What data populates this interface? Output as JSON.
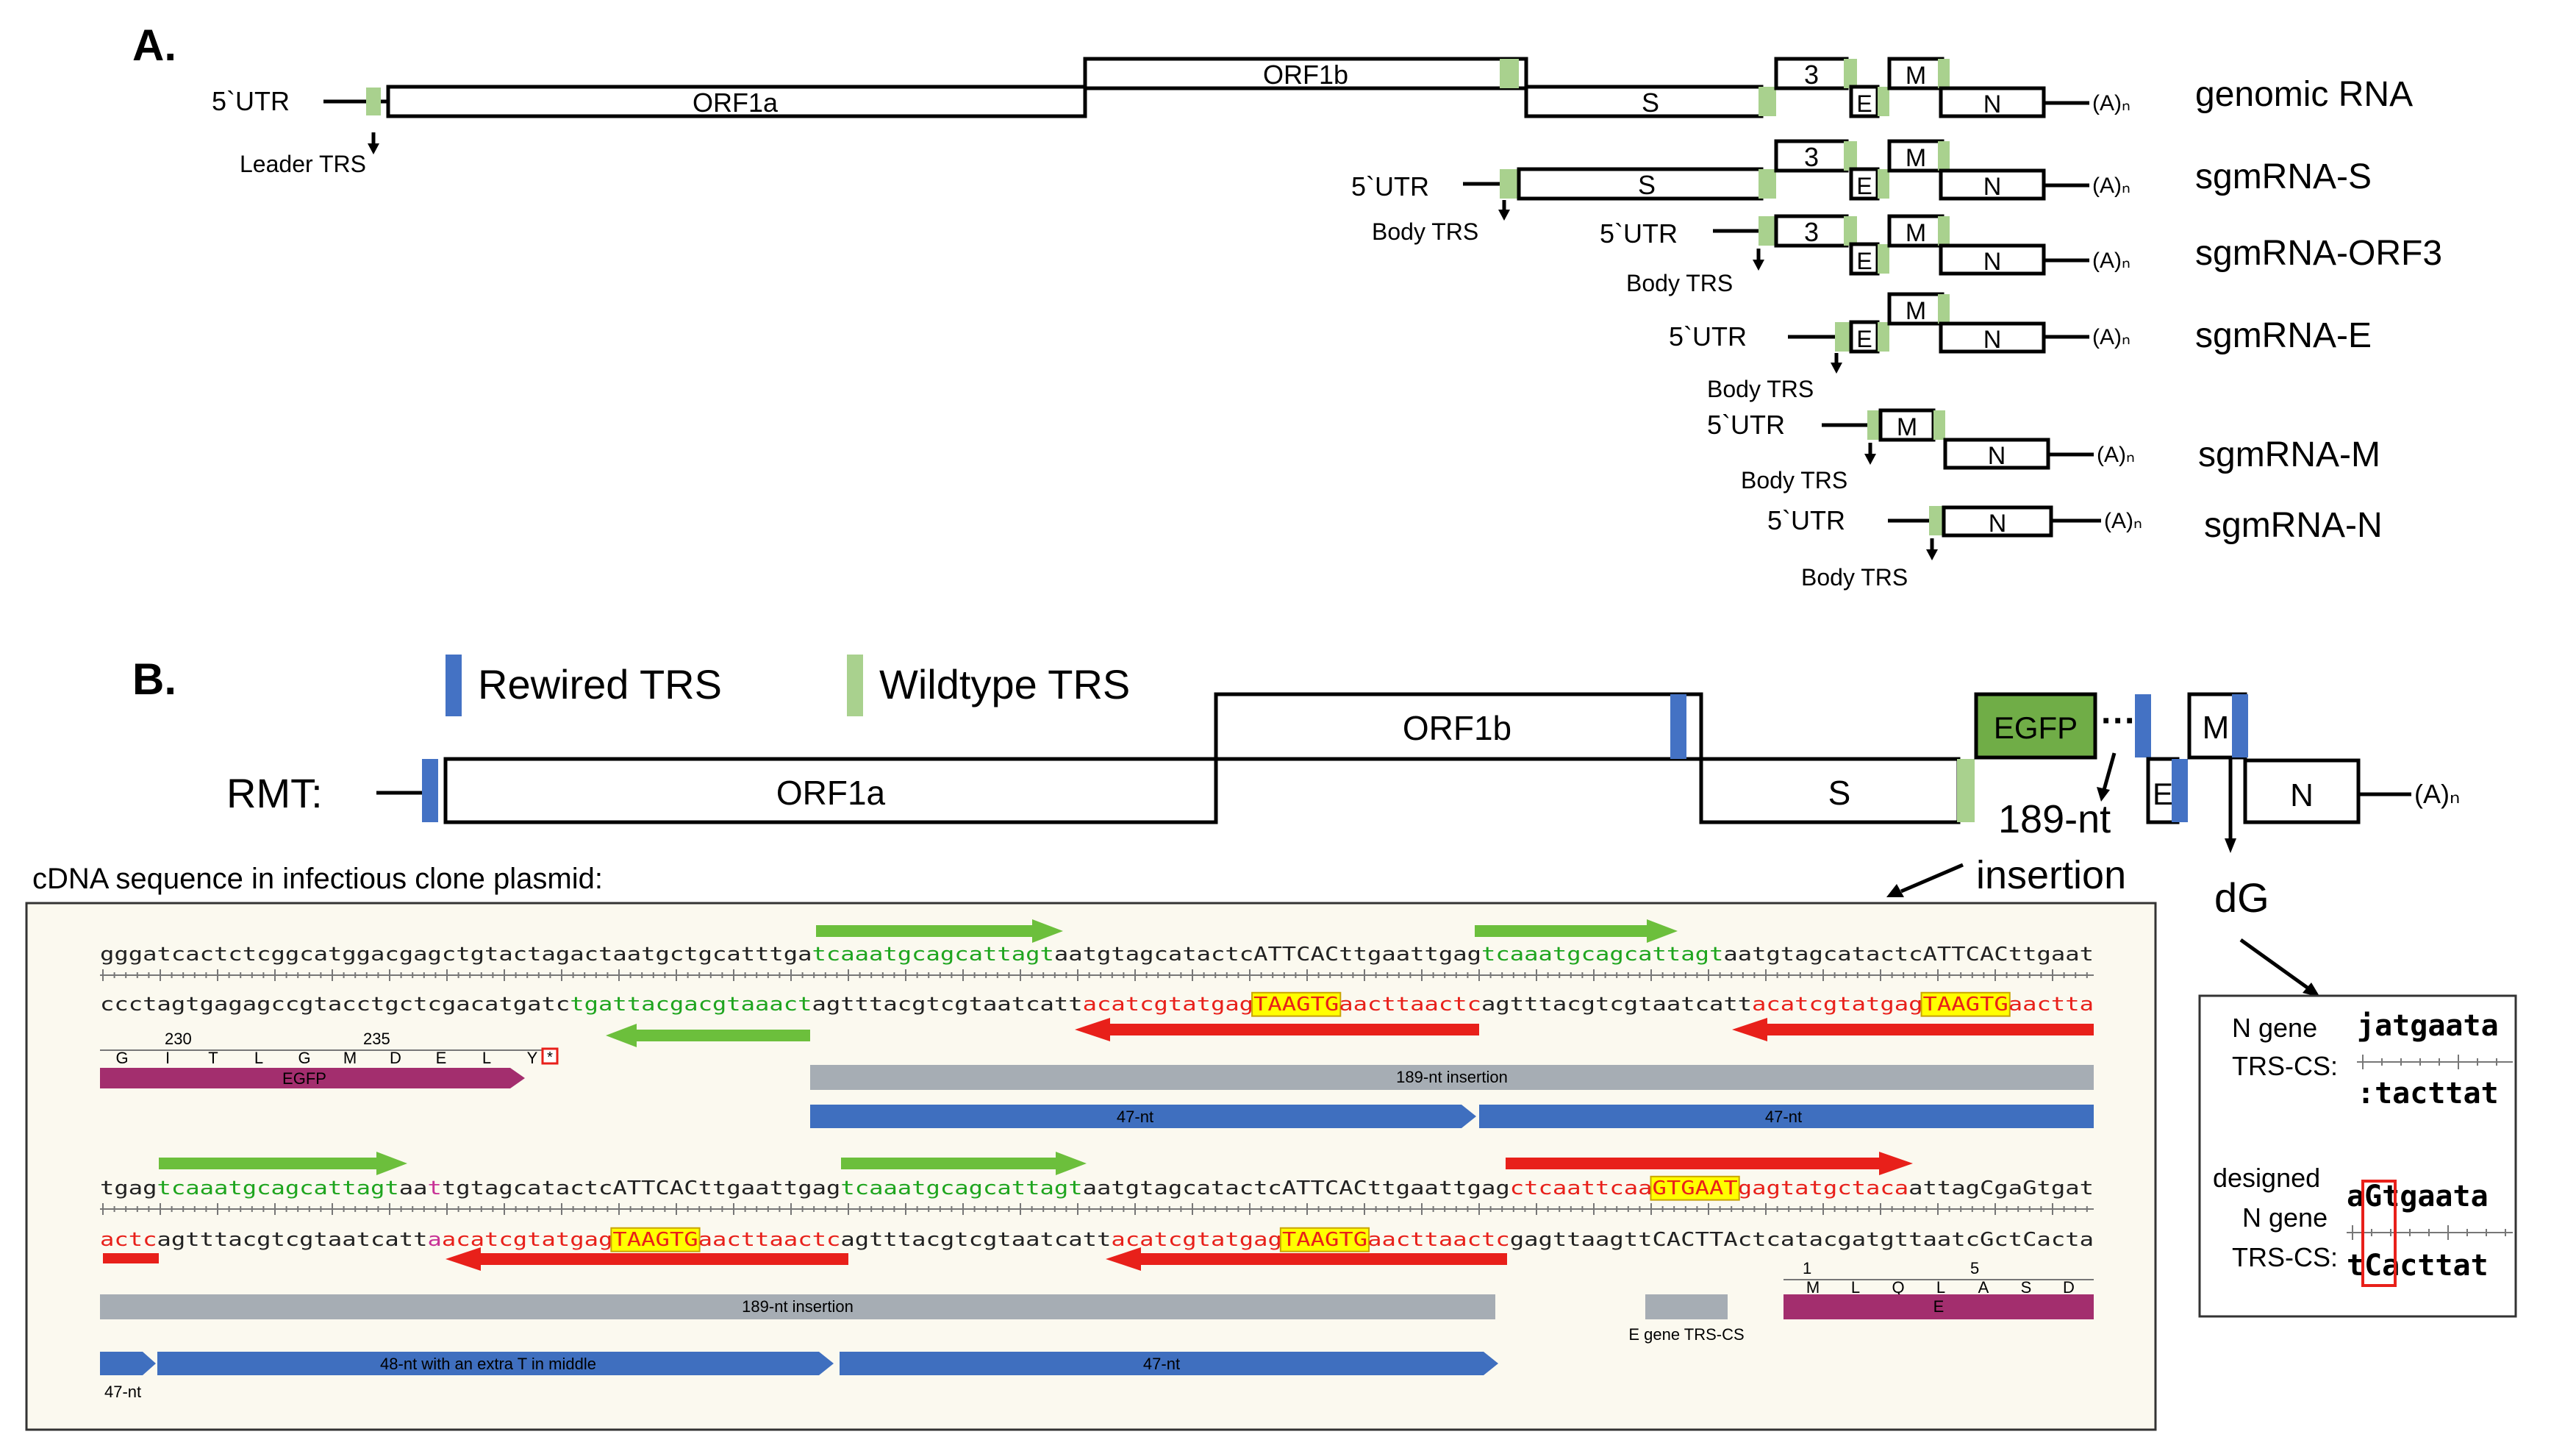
{
  "panel_a": {
    "label": "A.",
    "rows": [
      {
        "name": "genomic RNA",
        "utr": "5`UTR",
        "trs": "Leader TRS",
        "polya": "(A)ₙ"
      },
      {
        "name": "sgmRNA-S",
        "utr": "5`UTR",
        "trs": "Body TRS",
        "polya": "(A)ₙ"
      },
      {
        "name": "sgmRNA-ORF3",
        "utr": "5`UTR",
        "trs": "Body TRS",
        "polya": "(A)ₙ"
      },
      {
        "name": "sgmRNA-E",
        "utr": "5`UTR",
        "trs": "Body TRS",
        "polya": "(A)ₙ"
      },
      {
        "name": "sgmRNA-M",
        "utr": "5`UTR",
        "trs": "Body TRS",
        "polya": "(A)ₙ"
      },
      {
        "name": "sgmRNA-N",
        "utr": "5`UTR",
        "trs": "Body TRS",
        "polya": "(A)ₙ"
      }
    ],
    "genes": {
      "orf1a": "ORF1a",
      "orf1b": "ORF1b",
      "s": "S",
      "orf3": "3",
      "e": "E",
      "m": "M",
      "n": "N"
    }
  },
  "panel_b": {
    "label": "B.",
    "legend": {
      "rewired": "Rewired TRS",
      "wildtype": "Wildtype TRS"
    },
    "construct": "RMT:",
    "genes": {
      "orf1a": "ORF1a",
      "orf1b": "ORF1b",
      "s": "S",
      "egfp": "EGFP",
      "e": "E",
      "m": "M",
      "n": "N",
      "polya": "(A)ₙ"
    },
    "insertion_label_1": "189-nt",
    "insertion_label_2": "insertion",
    "dots": "···",
    "dg": "dG",
    "cdna_title": "cDNA sequence in infectious clone plasmid:"
  },
  "sequence": {
    "row1_top": [
      {
        "t": "gggatcactctcggcatggacgagctgtactagactaatgctgcatttga",
        "c": "black"
      },
      {
        "t": "tcaaatgcagcattagt",
        "c": "green"
      },
      {
        "t": "aatgtagcatactcATTCACttgaattgag",
        "c": "black"
      },
      {
        "t": "tcaaatgcagcattagt",
        "c": "green"
      },
      {
        "t": "aatgtagcatactcATTCACttgaat",
        "c": "black"
      }
    ],
    "row1_bottom": [
      {
        "t": "ccctagtgagagccgtacctgctcgacatgatc",
        "c": "black"
      },
      {
        "t": "tgattacgacgtaaact",
        "c": "green"
      },
      {
        "t": "agtttacgtcgtaatcatt",
        "c": "black"
      },
      {
        "t": "acatcgtatgag",
        "c": "red"
      },
      {
        "t": "TAAGTG",
        "c": "redhl"
      },
      {
        "t": "aacttaactc",
        "c": "red"
      },
      {
        "t": "agtttacgtcgtaatcatt",
        "c": "black"
      },
      {
        "t": "acatcgtatgag",
        "c": "red"
      },
      {
        "t": "TAAGTG",
        "c": "redhl"
      },
      {
        "t": "aactta",
        "c": "red"
      }
    ],
    "row1_ticks": [
      "230",
      "235"
    ],
    "row1_aa": [
      "G",
      "I",
      "T",
      "L",
      "G",
      "M",
      "D",
      "E",
      "L",
      "Y"
    ],
    "row1_stop": "*",
    "row1_features": {
      "egfp": "EGFP",
      "insertion": "189-nt insertion",
      "nt47_a": "47-nt",
      "nt47_b": "47-nt"
    },
    "row2_top": [
      {
        "t": "tgag",
        "c": "black"
      },
      {
        "t": "tcaaatgcagcattagt",
        "c": "green"
      },
      {
        "t": "aa",
        "c": "black"
      },
      {
        "t": "t",
        "c": "magenta"
      },
      {
        "t": "tgtagcatactcATTCACttgaattgag",
        "c": "black"
      },
      {
        "t": "tcaaatgcagcattagt",
        "c": "green"
      },
      {
        "t": "aatgtagcatactcATTCACttgaattgag",
        "c": "black"
      },
      {
        "t": "ctcaattcaa",
        "c": "red"
      },
      {
        "t": "GTGAAT",
        "c": "redhl"
      },
      {
        "t": "gagtatgctaca",
        "c": "red"
      },
      {
        "t": "attagCgaGtgat",
        "c": "black"
      }
    ],
    "row2_bottom": [
      {
        "t": "actc",
        "c": "red"
      },
      {
        "t": "agtttacgtcgtaatcatt",
        "c": "black"
      },
      {
        "t": "a",
        "c": "magenta"
      },
      {
        "t": "acatcgtatgag",
        "c": "red"
      },
      {
        "t": "TAAGTG",
        "c": "redhl"
      },
      {
        "t": "aacttaactc",
        "c": "red"
      },
      {
        "t": "agtttacgtcgtaatcatt",
        "c": "black"
      },
      {
        "t": "acatcgtatgag",
        "c": "red"
      },
      {
        "t": "TAAGTG",
        "c": "redhl"
      },
      {
        "t": "aacttaactc",
        "c": "red"
      },
      {
        "t": "gagttaagttCACTTActcatacgatgttaatcGctCacta",
        "c": "black"
      }
    ],
    "row2_ticks": [
      "1",
      "5"
    ],
    "row2_aa": [
      "M",
      "L",
      "Q",
      "L",
      "A",
      "S",
      "D"
    ],
    "row2_features": {
      "insertion": "189-nt insertion",
      "e_trs": "E gene TRS-CS",
      "e": "E",
      "nt47_small": "47-nt",
      "nt48": "48-nt with an extra T in middle",
      "nt47": "47-nt"
    }
  },
  "inset": {
    "n_gene_1": "N gene",
    "trs_cs_1": "TRS-CS:",
    "top1": "jatgaata",
    "bot1": ":tacttat",
    "designed": "designed",
    "n_gene_2": "N gene",
    "trs_cs_2": "TRS-CS:",
    "top2": "aGtgaata",
    "bot2": "tCacttat"
  },
  "colors": {
    "trs_green": "#a9d18e",
    "rewired_blue": "#4472c4",
    "egfp_green": "#70ad47",
    "seq_green": "#1fa51f",
    "seq_red": "#e8201a",
    "magenta": "#c83296",
    "highlight": "#ffff00",
    "feature_gray": "#a6adb4",
    "feature_blue": "#3f6fbf",
    "feature_magenta": "#a32e6e",
    "arrow_green": "#6cbf3c",
    "arrow_red": "#e8201a"
  }
}
